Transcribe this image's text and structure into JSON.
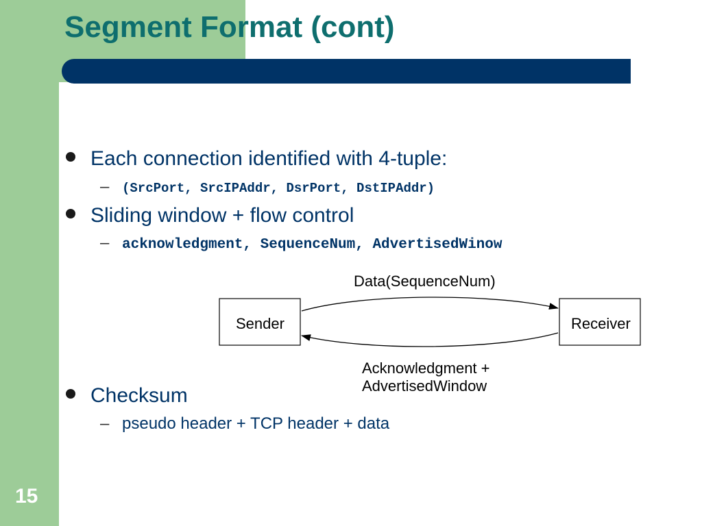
{
  "slide": {
    "title": "Segment Format (cont)",
    "number": "15"
  },
  "bullets": [
    {
      "text": "Each connection identified with 4-tuple:",
      "sub": "(SrcPort, SrcIPAddr, DsrPort, DstIPAddr)"
    },
    {
      "text": "Sliding window + flow control",
      "sub": "acknowledgment, SequenceNum, AdvertisedWinow"
    },
    {
      "text": "Checksum",
      "sub": "pseudo header + TCP header + data"
    }
  ],
  "sub_dash": "–",
  "diagram": {
    "sender_label": "Sender",
    "receiver_label": "Receiver",
    "forward_label": "Data(SequenceNum)",
    "reverse_label_line1": "Acknowledgment +",
    "reverse_label_line2": "AdvertisedWindow"
  },
  "colors": {
    "accent_green": "#9dcc98",
    "title_bar": "#003366",
    "title_text": "#0e6e6e",
    "body_text": "#003366"
  }
}
